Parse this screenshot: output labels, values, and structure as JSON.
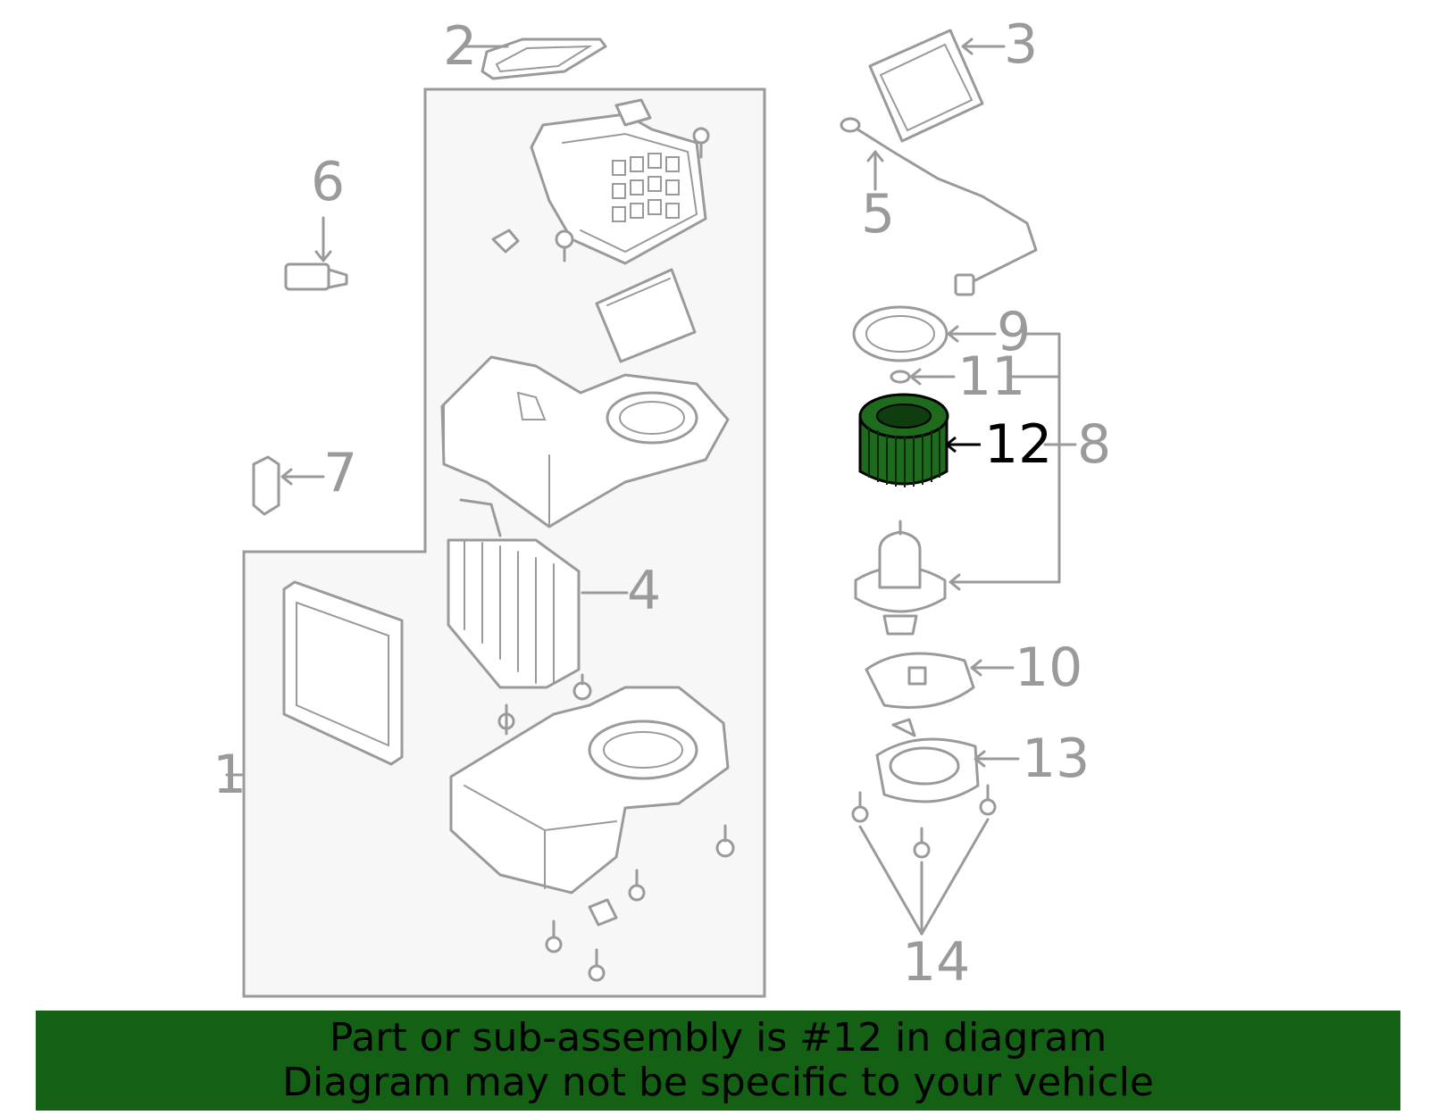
{
  "colors": {
    "banner": "#146014",
    "highlight": "#1e6b1e",
    "line": "#9a9a9a",
    "panel": "#f7f7f7"
  },
  "callouts": {
    "c1": "1",
    "c2": "2",
    "c3": "3",
    "c4": "4",
    "c5": "5",
    "c6": "6",
    "c7": "7",
    "c8": "8",
    "c9": "9",
    "c10": "10",
    "c11": "11",
    "c12": "12",
    "c13": "13",
    "c14": "14"
  },
  "highlighted_part": "12",
  "banner": {
    "line1": "Part or sub-assembly is #12 in diagram",
    "line2": "Diagram may not be specific to your vehicle"
  }
}
